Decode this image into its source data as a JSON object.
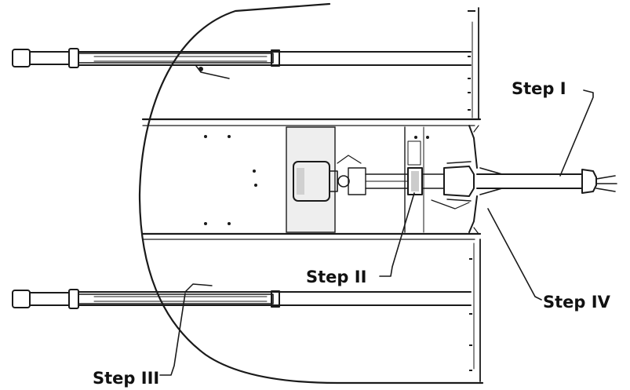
{
  "colors": {
    "ink": "#1a1a1a",
    "shade": "#e8e8e8",
    "background": "#ffffff"
  },
  "callouts": {
    "step1": "Step I",
    "step2": "Step II",
    "step3": "Step III",
    "step4": "Step IV"
  }
}
